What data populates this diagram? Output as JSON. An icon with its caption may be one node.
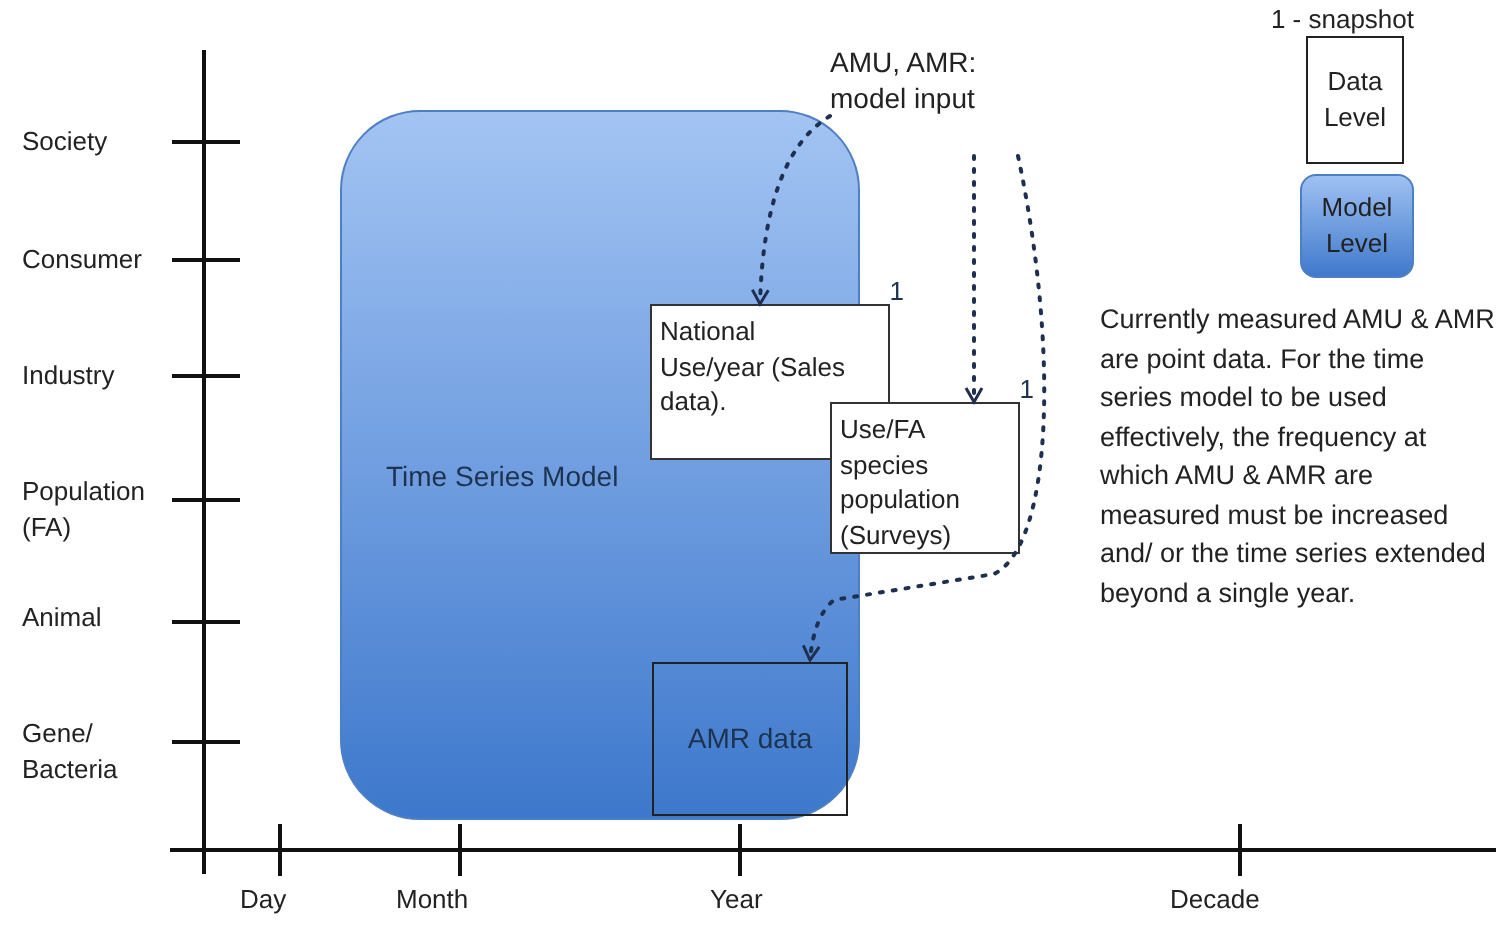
{
  "diagram": {
    "nodes": [
      {
        "text": [
          "AMU, AMR: model input"
        ]
      },
      {
        "text": [
          "Time Series Model"
        ]
      },
      {
        "text": [
          "National Use/year (Sales data)."
        ],
        "beside": [
          "1"
        ]
      },
      {
        "text": [
          "Use/FA species population (Surveys)"
        ],
        "beside": [
          "1"
        ]
      },
      {
        "text": [
          "AMR data"
        ],
        "in": 1
      },
      {
        "text": [
          "Data Level"
        ],
        "beside": [
          "1 - snapshot"
        ]
      },
      {
        "text": [
          "Model Level"
        ]
      }
    ],
    "edges": [
      {
        "from": 0,
        "to": 2,
        "arrow": "to",
        "style": "dashed"
      },
      {
        "from": 0,
        "to": 3,
        "arrow": "to",
        "style": "dashed"
      },
      {
        "from": 0,
        "to": 4,
        "arrow": "to",
        "style": "dashed"
      }
    ],
    "labels": [
      "Society",
      "Consumer",
      "Industry",
      "Population (FA)",
      "Animal",
      "Gene/ Bacteria",
      "Day",
      "Month",
      "Year",
      "Decade",
      "Currently measured AMU & AMR are point data.  For the time series model to be used effectively, the frequency at which AMU & AMR are measured must be increased and/ or the time series extended beyond a single year."
    ]
  }
}
